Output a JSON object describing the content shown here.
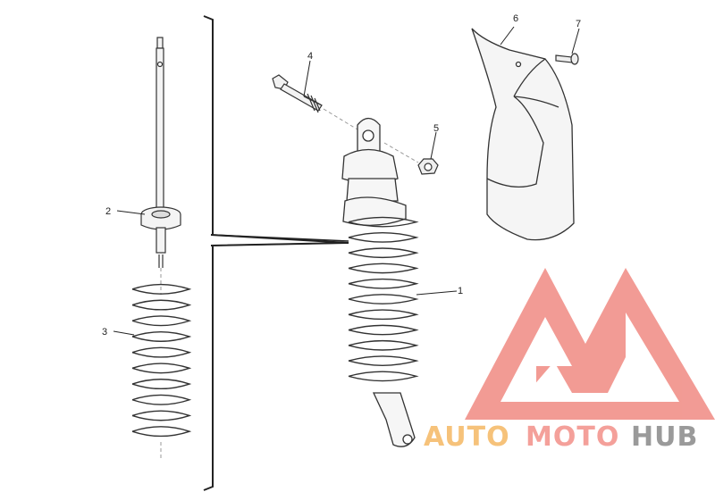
{
  "diagram": {
    "callouts": [
      {
        "id": "1",
        "label": "1"
      },
      {
        "id": "2",
        "label": "2"
      },
      {
        "id": "3",
        "label": "3"
      },
      {
        "id": "4",
        "label": "4"
      },
      {
        "id": "5",
        "label": "5"
      },
      {
        "id": "6",
        "label": "6"
      },
      {
        "id": "7",
        "label": "7"
      }
    ]
  },
  "watermark": {
    "part1": "AUTO",
    "part2": "MOTO",
    "part3": "HUB",
    "color_part1": "#f6c27a",
    "color_part2": "#f4a09a",
    "color_part3": "#9a9a9a",
    "logo_color": "#f08a82"
  }
}
